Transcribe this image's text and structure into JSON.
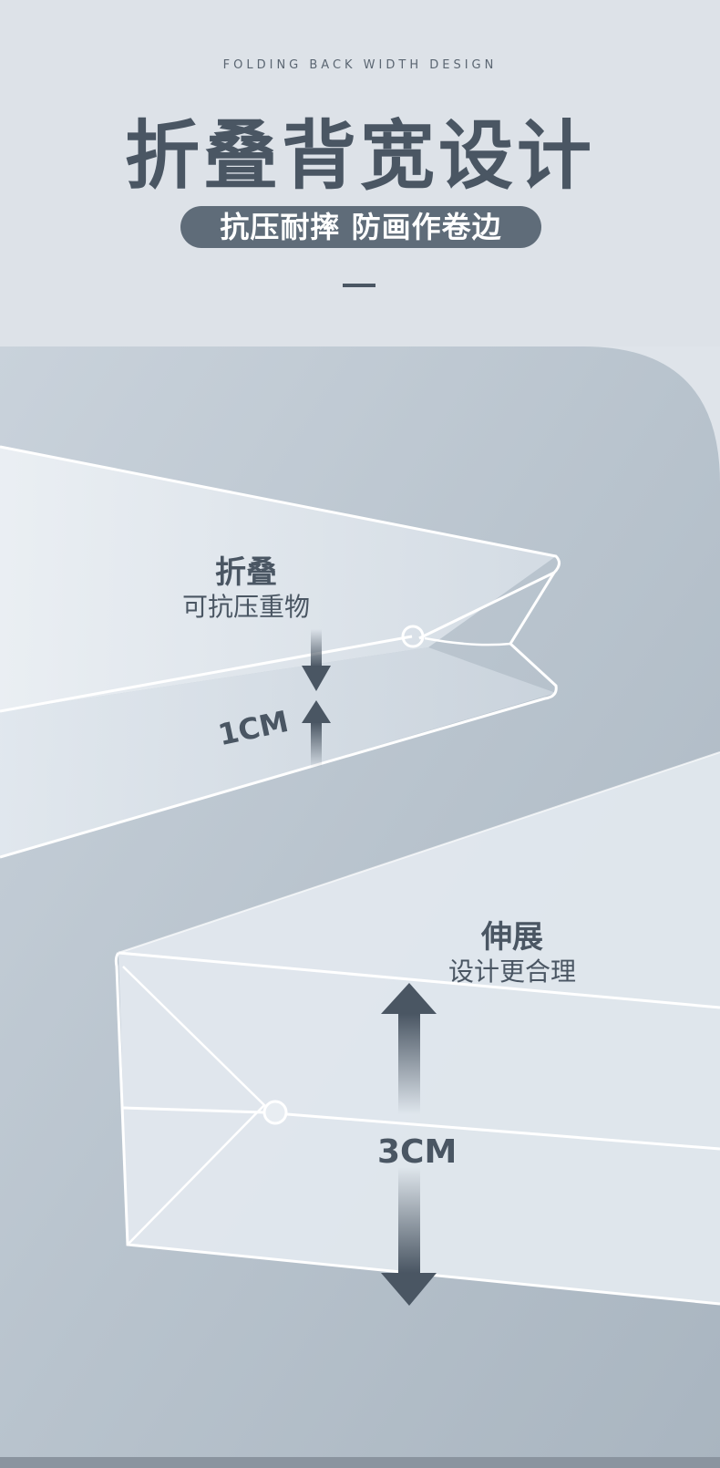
{
  "header": {
    "english_title": "FOLDING BACK WIDTH DESIGN",
    "title": "折叠背宽设计",
    "subtitle": "抗压耐摔 防画作卷边"
  },
  "fold_callout": {
    "heading": "折叠",
    "description": "可抗压重物",
    "measurement": "1CM"
  },
  "extend_callout": {
    "heading": "伸展",
    "description": "设计更合理",
    "measurement": "3CM"
  },
  "colors": {
    "text": "#4a5663",
    "pill_bg": "#5f6c79",
    "header_bg": "#dde2e8",
    "scene_bg": "#b9c4ce"
  }
}
